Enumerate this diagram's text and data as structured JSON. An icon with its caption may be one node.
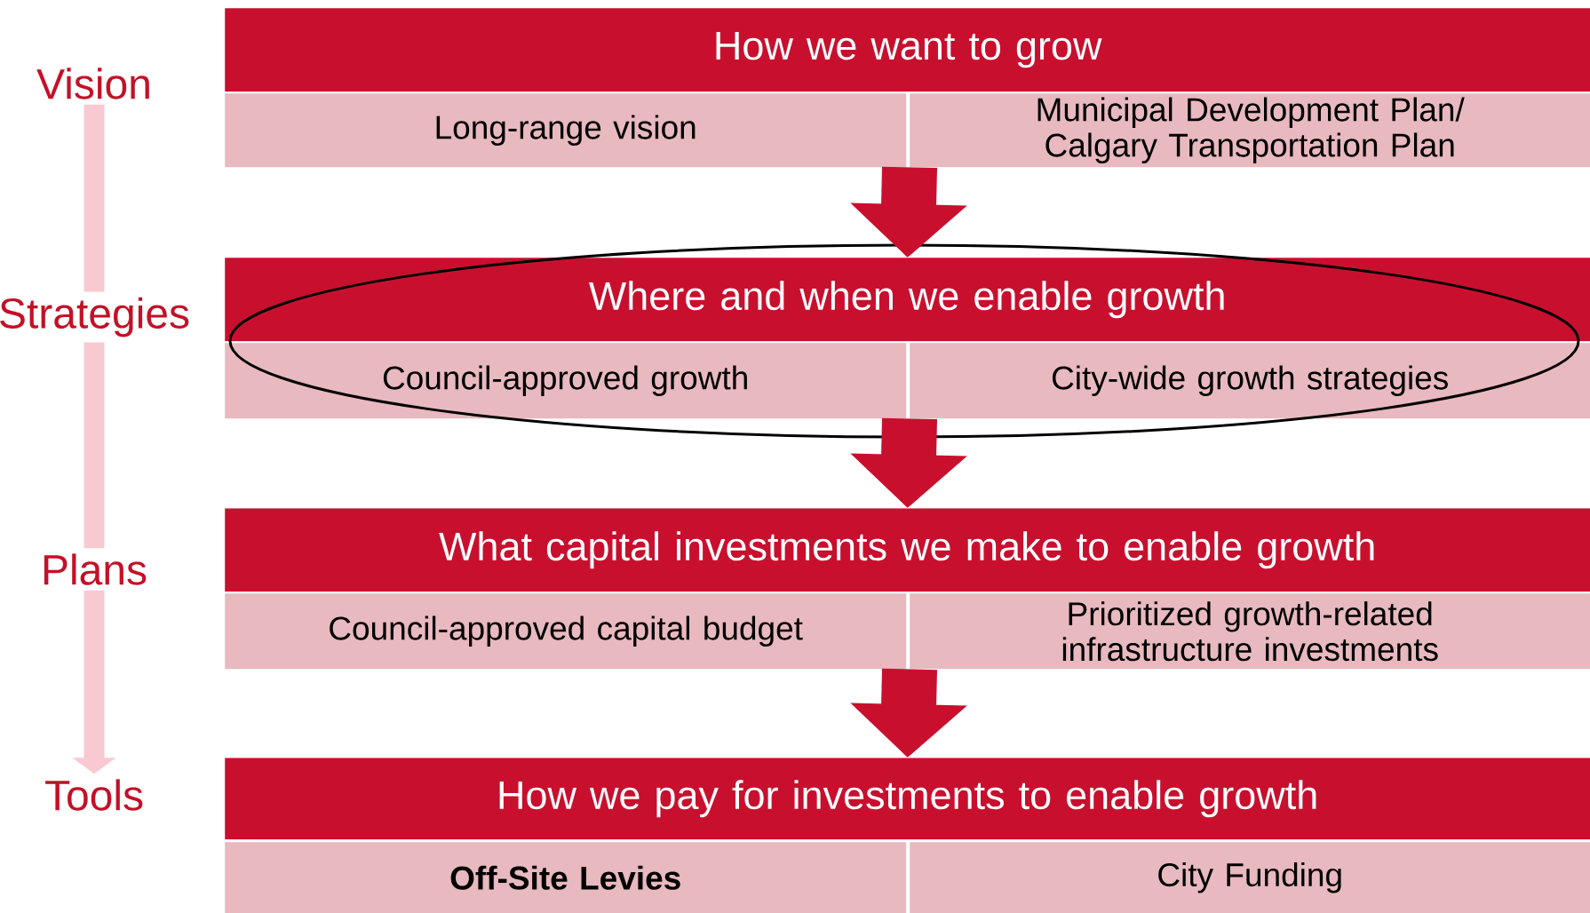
{
  "diagram": {
    "nodes": [
      {
        "text": [
          "How we want to grow"
        ]
      },
      {
        "text": [
          "Long-range vision"
        ]
      },
      {
        "text": [
          "Municipal Development Plan/ Calgary Transportation Plan"
        ]
      },
      {
        "text": [
          "Where and when we enable growth"
        ]
      },
      {
        "text": [
          "Council-approved growth"
        ]
      },
      {
        "text": [
          "City-wide growth strategies"
        ]
      },
      {
        "text": [
          "What capital investments we make to enable growth"
        ]
      },
      {
        "text": [
          "Council-approved capital budget"
        ]
      },
      {
        "text": [
          "Prioritized growth-related infrastructure investments"
        ]
      },
      {
        "text": [
          "How we pay for investments to enable growth"
        ]
      },
      {
        "text": [
          "Off-Site Levies"
        ]
      },
      {
        "text": [
          "City Funding"
        ]
      },
      {
        "text": [
          "Vision"
        ]
      },
      {
        "text": [
          "Strategies"
        ]
      },
      {
        "text": [
          "Plans"
        ]
      },
      {
        "text": [
          "Tools"
        ]
      }
    ],
    "edges": [
      {
        "from": 2,
        "to": 3,
        "arrow": "to",
        "style": "thick",
        "color": "#c8102e"
      },
      {
        "from": 5,
        "to": 6,
        "arrow": "to",
        "style": "thick",
        "color": "#c8102e"
      },
      {
        "from": 8,
        "to": 9,
        "arrow": "to",
        "style": "thick",
        "color": "#c8102e"
      },
      {
        "from": 12,
        "to": 13,
        "arrow": "none",
        "color": "#f9c9d1"
      },
      {
        "from": 13,
        "to": 14,
        "arrow": "none",
        "color": "#f9c9d1"
      },
      {
        "from": 14,
        "to": 15,
        "arrow": "to",
        "color": "#f9c9d1"
      }
    ]
  }
}
